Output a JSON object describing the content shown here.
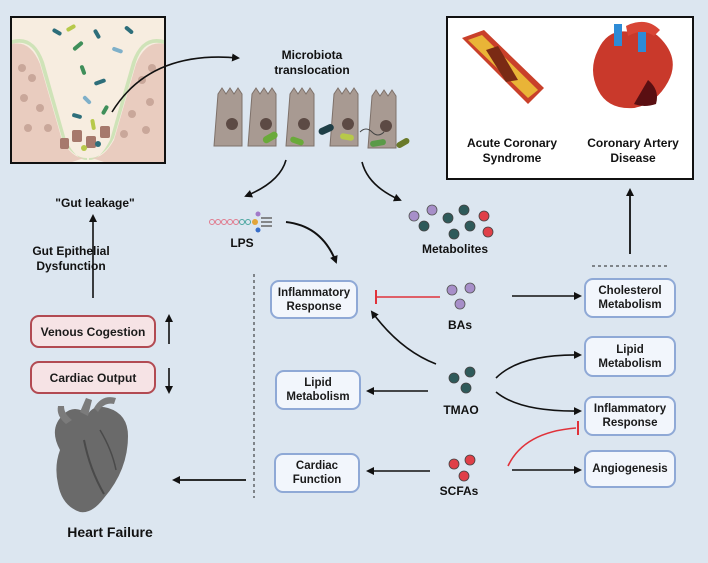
{
  "colors": {
    "background": "#dce6f0",
    "box_border": "#8fa9d6",
    "box_fill": "#f2f6fc",
    "red_box_border": "#b24a52",
    "red_box_fill": "#f6e3e5",
    "inhibit_red": "#e0323a",
    "arrow": "#111111"
  },
  "gut": {
    "leakage_label": "\"Gut leakage\"",
    "dysfunction_label": "Gut Epithelial\nDysfunction"
  },
  "translocation": {
    "label": "Microbiota\ntranslocation"
  },
  "cad_panel": {
    "acs_label": "Acute Coronary\nSyndrome",
    "cad_label": "Coronary Artery\nDisease"
  },
  "lps": {
    "label": "LPS"
  },
  "metabolites": {
    "label": "Metabolites"
  },
  "metabolite_groups": {
    "bas": "BAs",
    "tmao": "TMAO",
    "scfas": "SCFAs"
  },
  "hf_boxes": {
    "venous": "Venous Cogestion",
    "cardiac_output": "Cardiac  Output"
  },
  "heart_failure": {
    "label": "Heart Failure"
  },
  "left_effects": {
    "inflammatory": "Inflammatory\nResponse",
    "lipid": "Lipid\nMetabolism",
    "cardiac": "Cardiac\nFunction"
  },
  "right_effects": {
    "cholesterol": "Cholesterol\nMetabolism",
    "lipid": "Lipid\nMetabolism",
    "inflammatory": "Inflammatory\nResponse",
    "angiogenesis": "Angiogenesis"
  },
  "icons": [
    "intestinal-villus-illustration",
    "epithelial-cells-illustration",
    "lps-molecule-icon",
    "metabolite-dots-icon",
    "plaque-artery-illustration",
    "anatomical-heart-illustration",
    "gray-heart-illustration"
  ]
}
